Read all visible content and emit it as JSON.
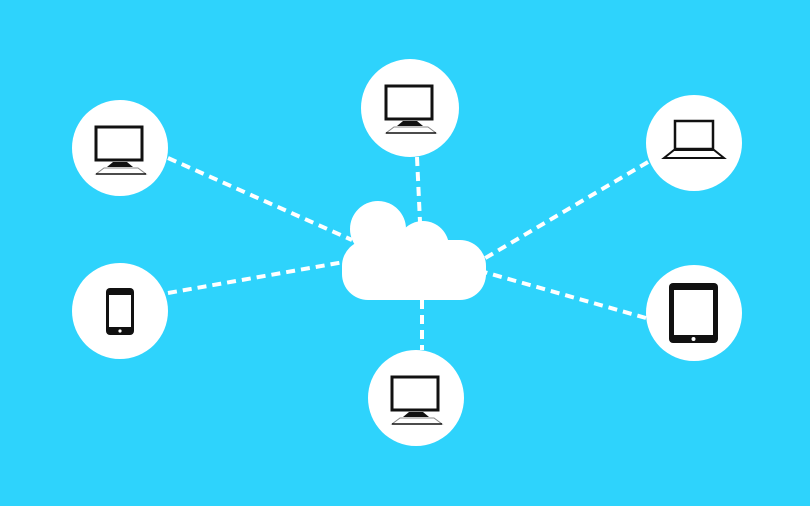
{
  "colors": {
    "background": "#2ed3fc",
    "node": "#ffffff",
    "icon": "#111111",
    "link": "#ffffff"
  },
  "hub": {
    "icon": "cloud-icon"
  },
  "nodes": [
    {
      "id": "top-left",
      "icon": "desktop-monitor-icon"
    },
    {
      "id": "top-center",
      "icon": "desktop-monitor-icon"
    },
    {
      "id": "top-right",
      "icon": "laptop-icon"
    },
    {
      "id": "left",
      "icon": "smartphone-icon"
    },
    {
      "id": "bottom-center",
      "icon": "desktop-monitor-icon"
    },
    {
      "id": "right",
      "icon": "tablet-icon"
    }
  ]
}
